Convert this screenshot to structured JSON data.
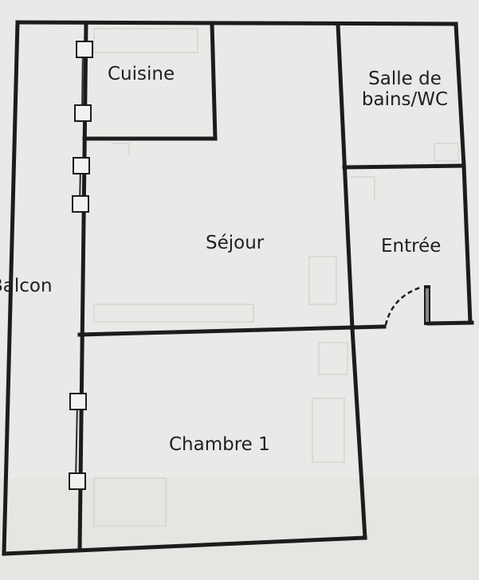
{
  "rooms": {
    "cuisine": "Cuisine",
    "salle_de_bains_line1": "Salle de",
    "salle_de_bains_line2": "bains/WC",
    "sejour": "Séjour",
    "entree": "Entrée",
    "balcon": "Balcon",
    "chambre": "Chambre 1"
  },
  "colors": {
    "paper": "#e9e9e7",
    "wall": "#1c1c1c",
    "window_frame": "#2a2a2a",
    "text": "#1f1f1f",
    "faint_marks": "#cfcfcc"
  }
}
